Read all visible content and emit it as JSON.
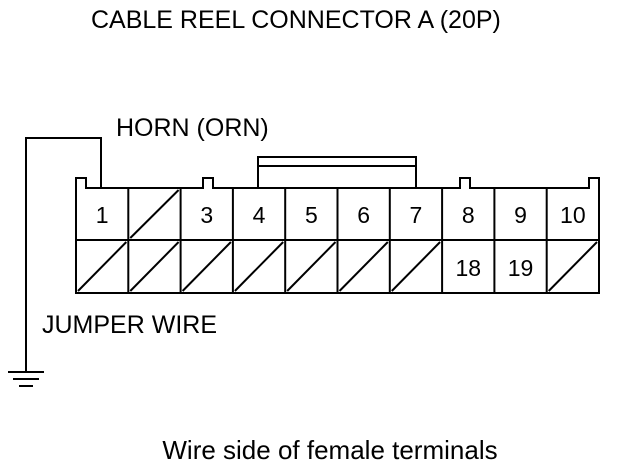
{
  "title": "CABLE REEL CONNECTOR A (20P)",
  "horn_label": "HORN (ORN)",
  "jumper_label": "JUMPER WIRE",
  "caption": "Wire side of female terminals",
  "connector": {
    "top_row": [
      "1",
      "",
      "3",
      "4",
      "5",
      "6",
      "7",
      "8",
      "9",
      "10"
    ],
    "bottom_row": [
      "",
      "",
      "",
      "",
      "",
      "",
      "",
      "18",
      "19",
      ""
    ],
    "empty_top": [
      1
    ],
    "empty_bottom": [
      0,
      1,
      2,
      3,
      4,
      5,
      6,
      9
    ]
  },
  "colors": {
    "line": "#000000",
    "background": "#ffffff"
  }
}
